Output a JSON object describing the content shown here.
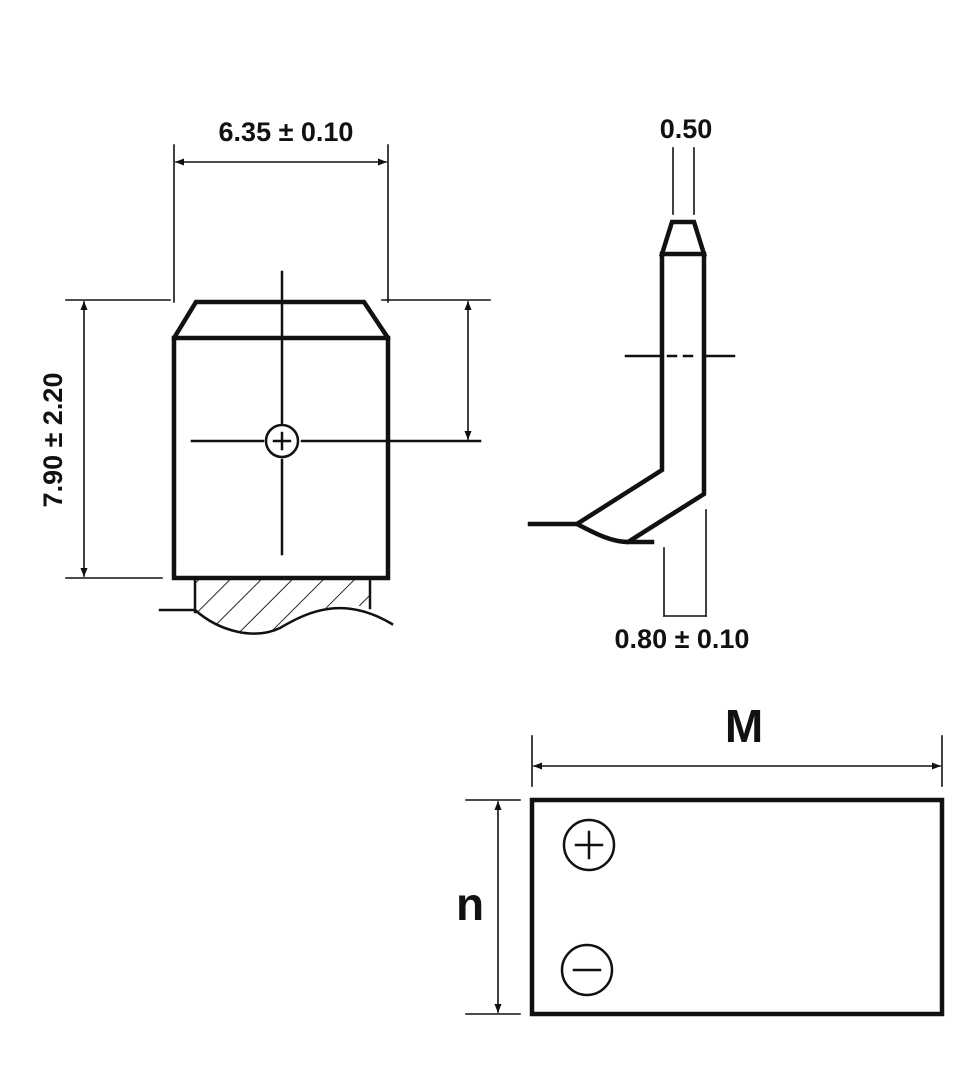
{
  "terminal_front": {
    "width_dim_label": "6.35 ± 0.10",
    "height_dim_label": "7.90 ± 2.20"
  },
  "terminal_side": {
    "tip_dim_label": "0.50",
    "thickness_dim_label": "0.80 ± 0.10"
  },
  "battery_top_view": {
    "length_label": "M",
    "width_label": "n",
    "positive_symbol": "+",
    "negative_symbol": "−"
  }
}
